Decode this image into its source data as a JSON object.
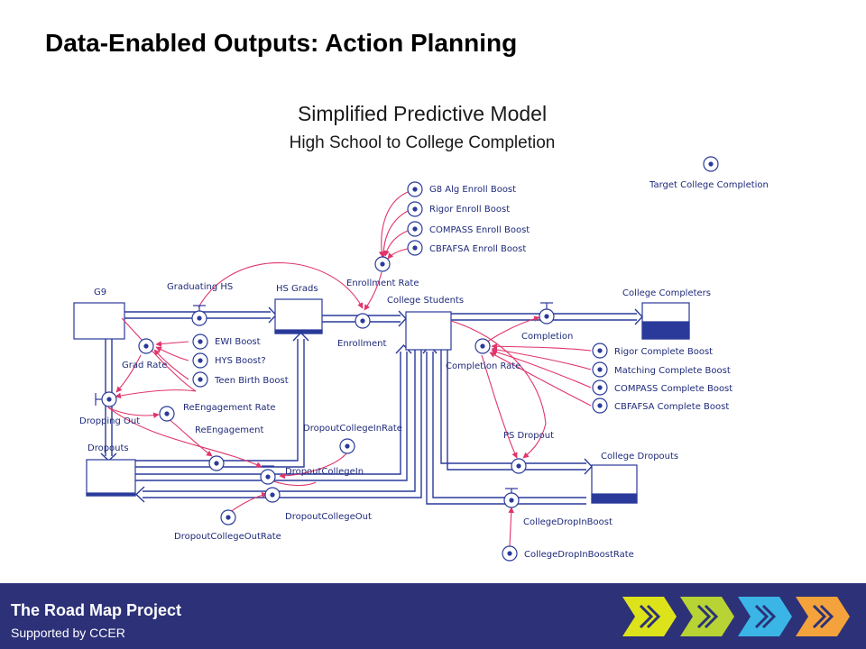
{
  "slide": {
    "title": "Data-Enabled Outputs: Action Planning",
    "subtitle": "Simplified Predictive Model",
    "subsubtitle": "High School to College Completion"
  },
  "footer": {
    "title": "The Road Map Project",
    "subtitle": "Supported by CCER",
    "arrow_colors": [
      "#dde31a",
      "#b7d334",
      "#3ab5e6",
      "#f4a23c"
    ]
  },
  "model": {
    "stocks": {
      "g9": "G9",
      "hs_grads": "HS Grads",
      "college_students": "College Students",
      "college_completers": "College Completers",
      "dropouts": "Dropouts",
      "college_dropouts": "College Dropouts"
    },
    "flows": {
      "graduating_hs": "Graduating HS",
      "enrollment": "Enrollment",
      "completion": "Completion",
      "dropping_out": "Dropping Out",
      "reengagement": "ReEngagement",
      "dropout_college_in": "DropoutCollegeIn",
      "dropout_college_out": "DropoutCollegeOut",
      "ps_dropout": "PS Dropout",
      "college_drop_in_boost": "CollegeDropInBoost"
    },
    "converters": {
      "g8_alg_enroll_boost": "G8 Alg Enroll Boost",
      "rigor_enroll_boost": "Rigor Enroll Boost",
      "compass_enroll_boost": "COMPASS Enroll Boost",
      "cbfafsa_enroll_boost": "CBFAFSA Enroll Boost",
      "enrollment_rate": "Enrollment Rate",
      "target_college_completion": "Target College Completion",
      "grad_rate": "Grad Rate",
      "ewi_boost": "EWI Boost",
      "hys_boost": "HYS Boost?",
      "teen_birth_boost": "Teen Birth Boost",
      "reengagement_rate": "ReEngagement Rate",
      "dropout_college_in_rate": "DropoutCollegeInRate",
      "dropout_college_out_rate": "DropoutCollegeOutRate",
      "completion_rate": "Completion Rate",
      "rigor_complete_boost": "Rigor Complete Boost",
      "matching_complete_boost": "Matching Complete Boost",
      "compass_complete_boost": "COMPASS Complete Boost",
      "cbfafsa_complete_boost": "CBFAFSA Complete Boost",
      "college_drop_in_boost_rate": "CollegeDropInBoostRate"
    }
  }
}
